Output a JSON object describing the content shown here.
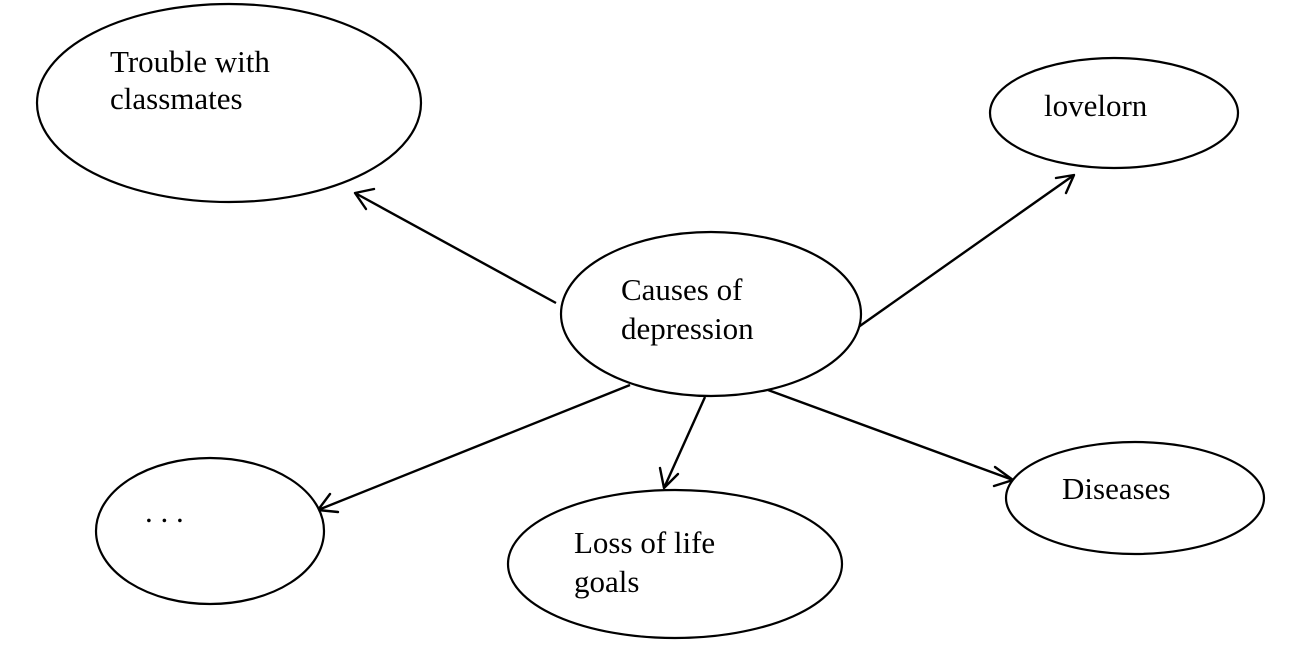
{
  "diagram": {
    "center": {
      "lines": [
        "Causes of",
        "depression"
      ]
    },
    "nodes": {
      "trouble": {
        "lines": [
          "Trouble with",
          "classmates"
        ]
      },
      "lovelorn": {
        "lines": [
          "lovelorn"
        ]
      },
      "ellipsis": {
        "lines": [
          ". . ."
        ]
      },
      "life_goals": {
        "lines": [
          "Loss of life",
          "goals"
        ]
      },
      "diseases": {
        "lines": [
          "Diseases"
        ]
      }
    },
    "edges": [
      {
        "from": "center",
        "to": "trouble"
      },
      {
        "from": "center",
        "to": "lovelorn"
      },
      {
        "from": "center",
        "to": "ellipsis"
      },
      {
        "from": "center",
        "to": "life_goals"
      },
      {
        "from": "center",
        "to": "diseases"
      }
    ],
    "colors": {
      "stroke": "#000000",
      "fill": "#ffffff",
      "text": "#000000"
    }
  }
}
